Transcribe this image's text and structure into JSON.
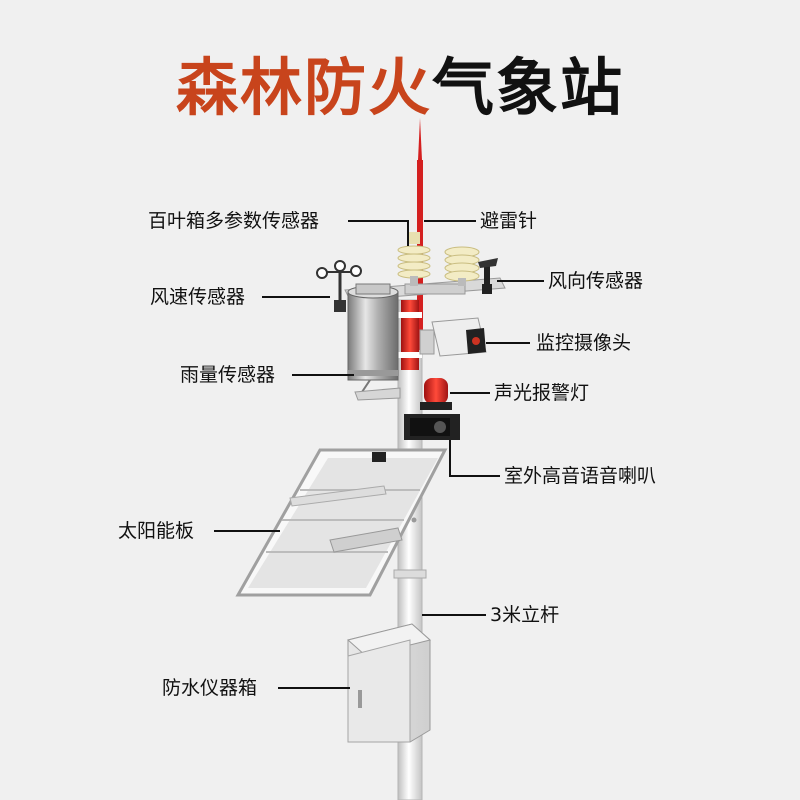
{
  "title": {
    "highlight": "森林防火",
    "rest": "气象站"
  },
  "labels": {
    "louver_sensor": "百叶箱多参数传感器",
    "lightning_rod": "避雷针",
    "wind_direction": "风向传感器",
    "wind_speed": "风速传感器",
    "camera": "监控摄像头",
    "rain_gauge": "雨量传感器",
    "alarm_light": "声光报警灯",
    "speaker": "室外高音语音喇叭",
    "solar_panel": "太阳能板",
    "pole": "3米立杆",
    "instrument_box": "防水仪器箱"
  },
  "colors": {
    "title_highlight": "#c8441c",
    "pole_red": "#d42020",
    "line": "#111111"
  }
}
